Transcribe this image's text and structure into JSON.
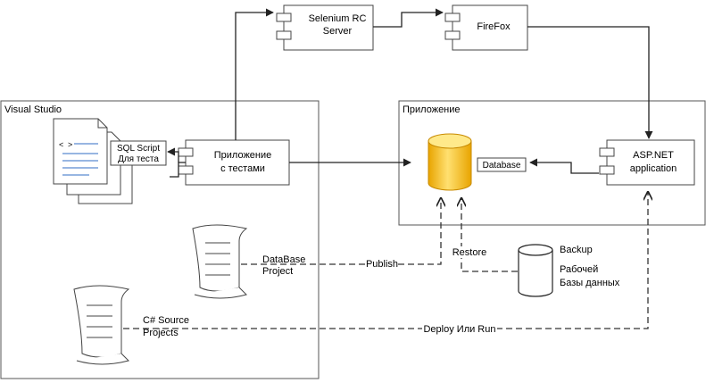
{
  "containers": {
    "visual_studio": "Visual Studio",
    "application": "Приложение"
  },
  "components": {
    "selenium": [
      "Selenium RC",
      "Server"
    ],
    "firefox": "FireFox",
    "test_app": [
      "Приложение",
      "с тестами"
    ],
    "aspnet": [
      "ASP.NET",
      "application"
    ]
  },
  "documents": {
    "sql_script": [
      "SQL Script",
      "Для теста"
    ],
    "database_project": [
      "DataBase",
      "Project"
    ],
    "csharp_source": [
      "C# Source",
      "Projects"
    ]
  },
  "database": {
    "label": "Database",
    "backup": [
      "Backup",
      "Рабочей",
      "Базы данных"
    ]
  },
  "edges": {
    "publish": "Publish",
    "restore": "Restore",
    "deploy": "Deploy Или Run"
  },
  "colors": {
    "database_fill": "#FFD84A",
    "database_dark": "#E8A400",
    "line": "#333333",
    "component_fill": "#ffffff",
    "doc_line_blue": "#5B8BD0"
  }
}
